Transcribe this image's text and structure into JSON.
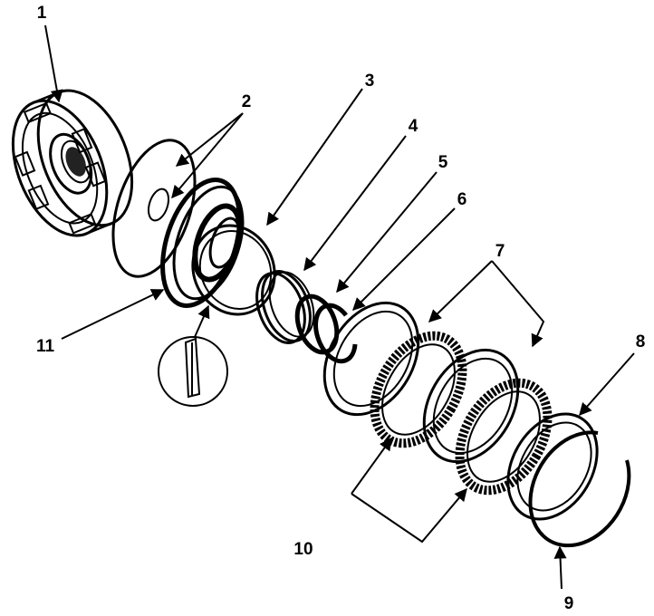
{
  "diagram": {
    "callouts": [
      {
        "id": "c1",
        "text": "1"
      },
      {
        "id": "c2",
        "text": "2"
      },
      {
        "id": "c3",
        "text": "3"
      },
      {
        "id": "c4",
        "text": "4"
      },
      {
        "id": "c5",
        "text": "5"
      },
      {
        "id": "c6",
        "text": "6"
      },
      {
        "id": "c7",
        "text": "7"
      },
      {
        "id": "c8",
        "text": "8"
      },
      {
        "id": "c9",
        "text": "9"
      },
      {
        "id": "c10",
        "text": "10"
      },
      {
        "id": "c11",
        "text": "11"
      }
    ],
    "colors": {
      "ink": "#000000",
      "paper": "#ffffff"
    }
  }
}
